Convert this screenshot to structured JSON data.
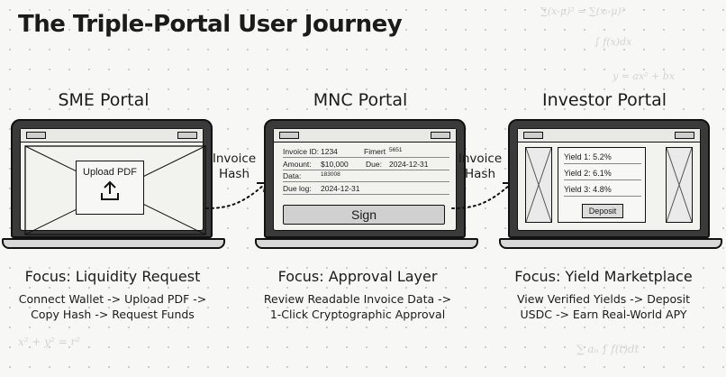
{
  "title": "The Triple-Portal User Journey",
  "portals": [
    {
      "name": "SME Portal",
      "screen": {
        "upload_label": "Upload PDF"
      },
      "focus": "Focus: Liquidity Request",
      "description": "Connect Wallet -> Upload PDF ->\nCopy Hash -> Request Funds"
    },
    {
      "name": "MNC Portal",
      "screen": {
        "invoice_id_label": "Invoice ID:",
        "invoice_id_value": "1234",
        "fimert_label": "Fimert",
        "fimert_value": "5651",
        "amount_label": "Amount:",
        "amount_value": "$10,000",
        "due_label": "Due:",
        "due_value": "2024-12-31",
        "data_label": "Data:",
        "data_value": "183008",
        "duelog_label": "Due log:",
        "duelog_value": "2024-12-31",
        "sign_label": "Sign"
      },
      "focus": "Focus: Approval Layer",
      "description": "Review Readable Invoice Data ->\n1-Click Cryptographic Approval"
    },
    {
      "name": "Investor Portal",
      "screen": {
        "yields": [
          "Yield 1: 5.2%",
          "Yield 2: 6.1%",
          "Yield 3: 4.8%"
        ],
        "deposit_label": "Deposit"
      },
      "focus": "Focus: Yield Marketplace",
      "description": "View Verified Yields -> Deposit\nUSDC -> Earn Real-World APY"
    }
  ],
  "connectors": [
    {
      "label": "Invoice\nHash"
    },
    {
      "label": "Invoice\nHash"
    }
  ]
}
